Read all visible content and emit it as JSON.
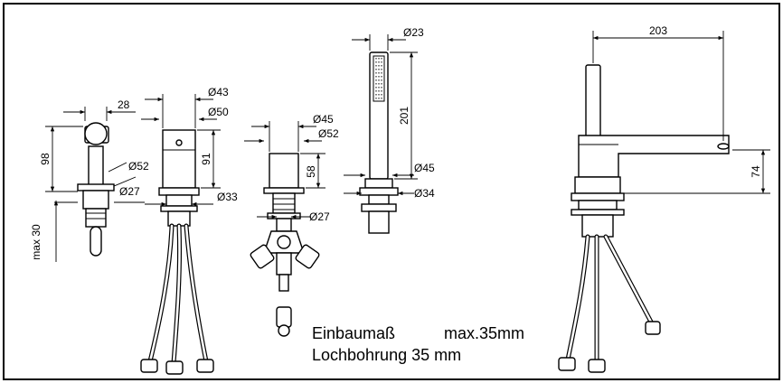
{
  "dimensions": {
    "handle": {
      "width": "28",
      "height": "98",
      "base_diameter": "Ø52",
      "stem_diameter": "Ø27",
      "max_depth": "max 30"
    },
    "valve": {
      "top_diameter": "Ø43",
      "body_diameter": "Ø50",
      "height": "91",
      "stem_diameter": "Ø33"
    },
    "diverter": {
      "top_diameter": "Ø45",
      "base_diameter": "Ø52",
      "height": "58",
      "stem_diameter": "Ø27"
    },
    "hand_shower": {
      "head_diameter": "Ø23",
      "length": "201",
      "holder_diameter": "Ø45",
      "base_diameter": "Ø34"
    },
    "spout": {
      "projection": "203",
      "height": "74"
    }
  },
  "notes": {
    "installation": "Einbaumaß",
    "installation_value": "max.35mm",
    "hole": "Lochbohrung 35 mm"
  }
}
